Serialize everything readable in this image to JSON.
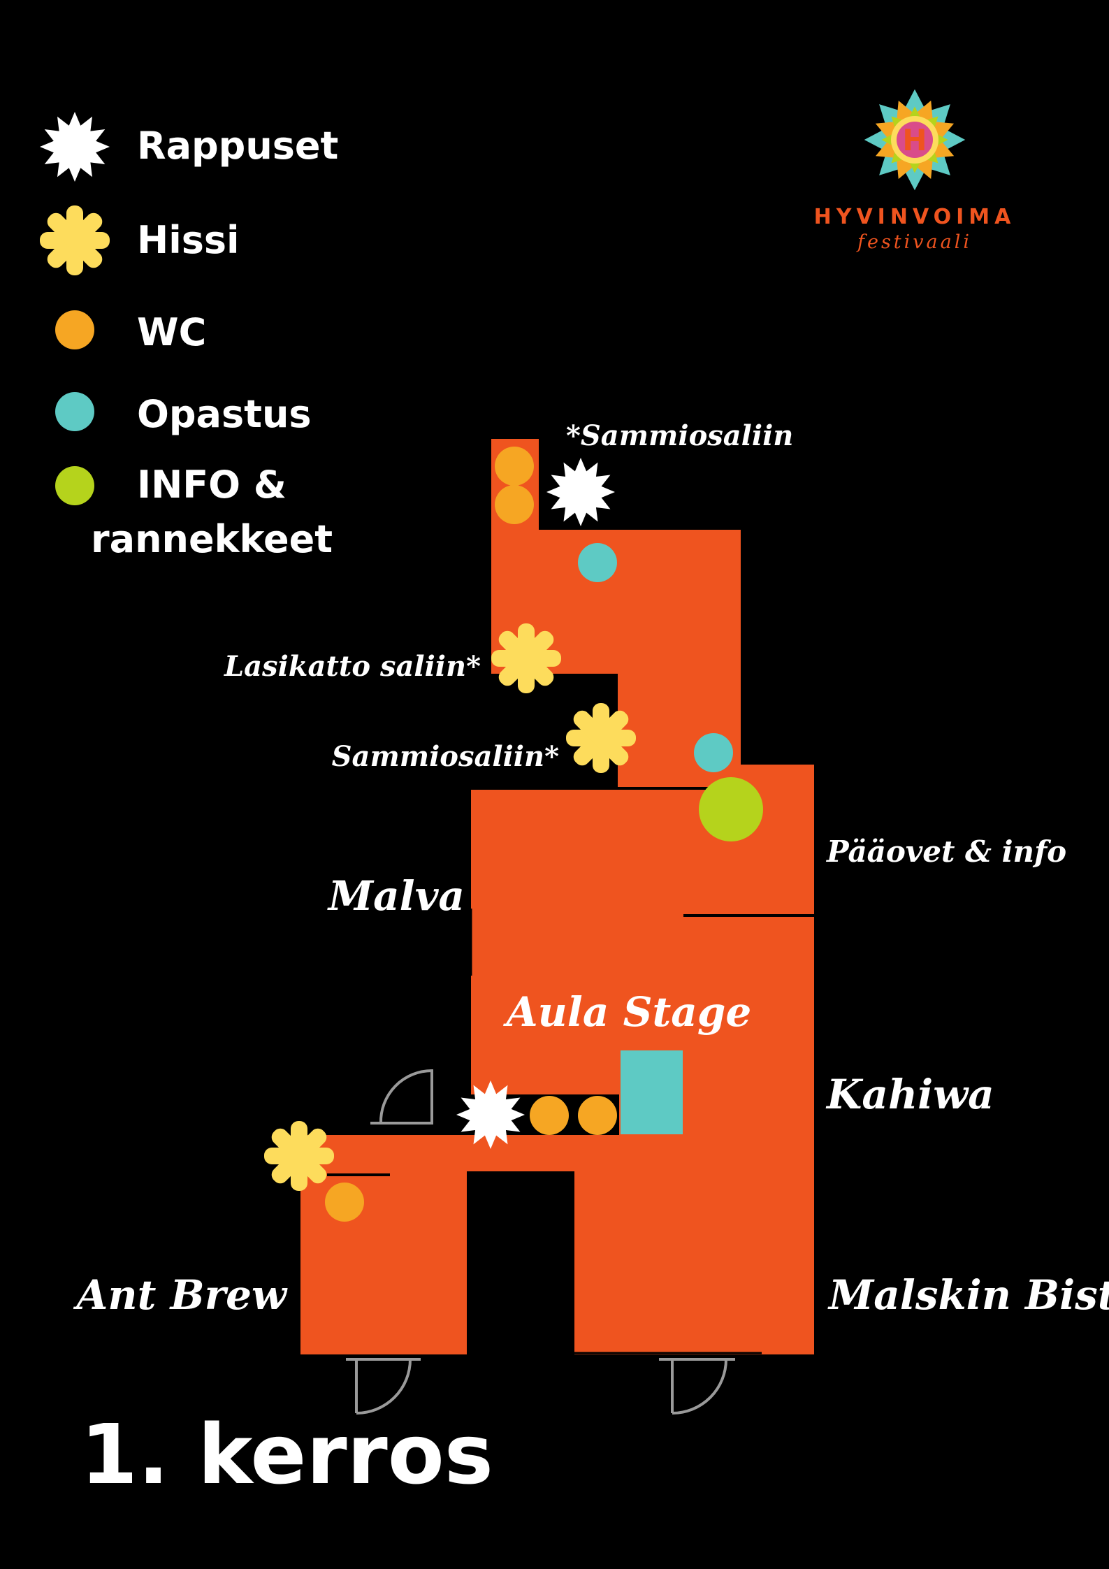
{
  "colors": {
    "background": "#000000",
    "floor": "#ef541f",
    "stairs": "#ffffff",
    "elevator": "#fddc5c",
    "wc": "#f6a623",
    "guidance": "#5ecac4",
    "info": "#b5d31c",
    "door_line": "#9a9a9a"
  },
  "logo": {
    "letter": "H",
    "brand_name": "HYVINVOIMA",
    "brand_sub": "festivaali"
  },
  "legend": {
    "stairs": "Rappuset",
    "elevator": "Hissi",
    "wc": "WC",
    "guidance": "Opastus",
    "info_line1": "INFO &",
    "info_line2": "rannekkeet"
  },
  "labels": {
    "sammiosaliin_top": "*Sammiosaliin",
    "lasikatto": "Lasikatto saliin*",
    "sammiosaliin_mid": "Sammiosaliin*",
    "malva": "Malva",
    "paaovet": "Pääovet & info",
    "aula_stage": "Aula Stage",
    "kahiwa": "Kahiwa",
    "ant_brew": "Ant Brew",
    "malskin_bistro": "Malskin Bistro"
  },
  "floor_title": "1. kerros"
}
